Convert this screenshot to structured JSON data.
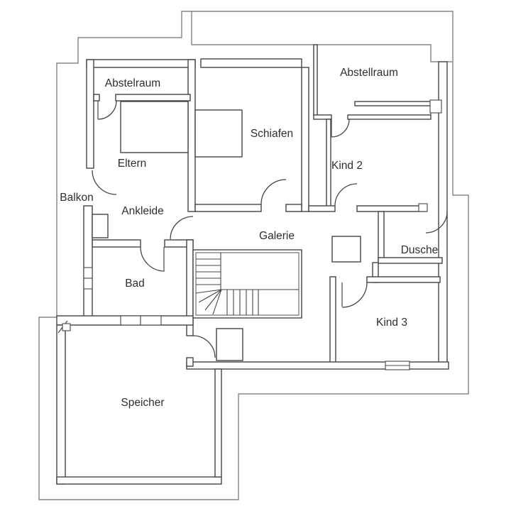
{
  "plan": {
    "kind": "floor-plan",
    "rooms": {
      "abstellraum_left": "Abstelraum",
      "abstellraum_right": "Abstellraum",
      "schlafen": "Schiafen",
      "kind2": "Kind 2",
      "eltern": "Eltern",
      "balkon": "Balkon",
      "ankleide": "Ankleide",
      "galerie": "Galerie",
      "dusche": "Dusche",
      "bad": "Bad",
      "kind3": "Kind 3",
      "speicher": "Speicher"
    }
  },
  "colors": {
    "background": "#ffffff",
    "wall_line": "#454545",
    "thin_line": "#6f6f6f",
    "text": "#2e2e2e"
  }
}
